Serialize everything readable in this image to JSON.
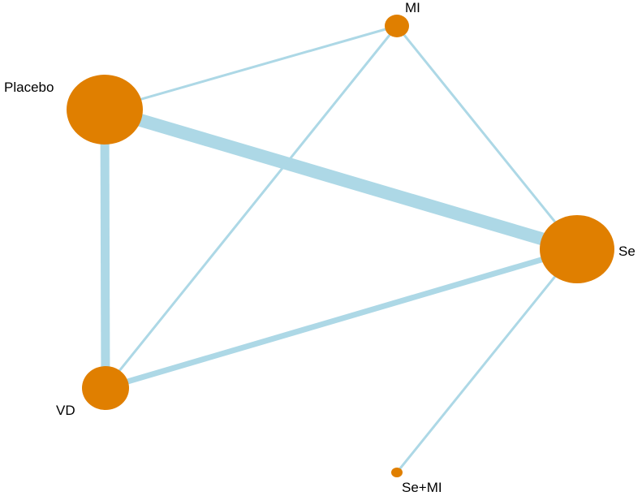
{
  "network": {
    "colors": {
      "node": "#e07f00",
      "edge": "#add8e6",
      "label": "#000000"
    },
    "nodes": [
      {
        "id": "placebo",
        "label": "Placebo"
      },
      {
        "id": "mi",
        "label": "MI"
      },
      {
        "id": "se",
        "label": "Se"
      },
      {
        "id": "vd",
        "label": "VD"
      },
      {
        "id": "se_mi",
        "label": "Se+MI"
      }
    ],
    "edges": [
      {
        "from": "placebo",
        "to": "se"
      },
      {
        "from": "placebo",
        "to": "vd"
      },
      {
        "from": "vd",
        "to": "se"
      },
      {
        "from": "placebo",
        "to": "mi"
      },
      {
        "from": "mi",
        "to": "vd"
      },
      {
        "from": "mi",
        "to": "se"
      },
      {
        "from": "se",
        "to": "se_mi"
      }
    ]
  }
}
